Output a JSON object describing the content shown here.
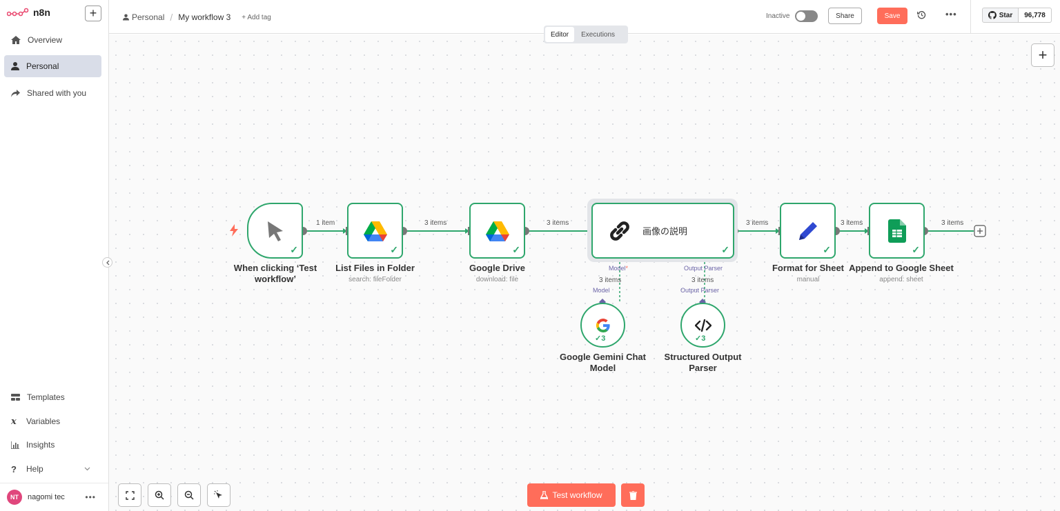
{
  "brand": {
    "name": "n8n"
  },
  "sidebar": {
    "items": [
      {
        "label": "Overview"
      },
      {
        "label": "Personal"
      },
      {
        "label": "Shared with you"
      }
    ],
    "bottom_items": [
      {
        "label": "Templates"
      },
      {
        "label": "Variables"
      },
      {
        "label": "Insights"
      },
      {
        "label": "Help"
      }
    ],
    "user": {
      "initials": "NT",
      "name": "nagomi tec"
    }
  },
  "header": {
    "breadcrumb_project": "Personal",
    "breadcrumb_sep": "/",
    "workflow_name": "My workflow 3",
    "add_tag": "+ Add tag",
    "status": "Inactive",
    "share_label": "Share",
    "save_label": "Save",
    "github_star": "Star",
    "github_count": "96,778"
  },
  "tabs": [
    {
      "label": "Editor",
      "active": true
    },
    {
      "label": "Executions",
      "active": false
    }
  ],
  "nodes": [
    {
      "title": "When clicking ‘Test workflow’",
      "subtitle": ""
    },
    {
      "title": "List Files in Folder",
      "subtitle": "search: fileFolder"
    },
    {
      "title": "Google Drive",
      "subtitle": "download: file"
    },
    {
      "title": "画像の説明",
      "subtitle": ""
    },
    {
      "title": "Format for Sheet",
      "subtitle": "manual"
    },
    {
      "title": "Append to Google Sheet",
      "subtitle": "append: sheet"
    },
    {
      "title": "Google Gemini Chat Model",
      "subtitle": "",
      "badge": "3"
    },
    {
      "title": "Structured Output Parser",
      "subtitle": "",
      "badge": "3"
    }
  ],
  "edges": [
    {
      "label": "1 item"
    },
    {
      "label": "3 items"
    },
    {
      "label": "3 items"
    },
    {
      "label": "3 items"
    },
    {
      "label": "3 items"
    },
    {
      "label": "3 items"
    },
    {
      "label": "3 items"
    },
    {
      "label": "3 items"
    }
  ],
  "ports": {
    "model_label": "Model",
    "model_required": "*",
    "parser_label": "Output Parser"
  },
  "footer": {
    "test_workflow_label": "Test workflow"
  },
  "colors": {
    "accent": "#ff6d5a",
    "success": "#2ea66c",
    "port": "#6a63a6"
  }
}
